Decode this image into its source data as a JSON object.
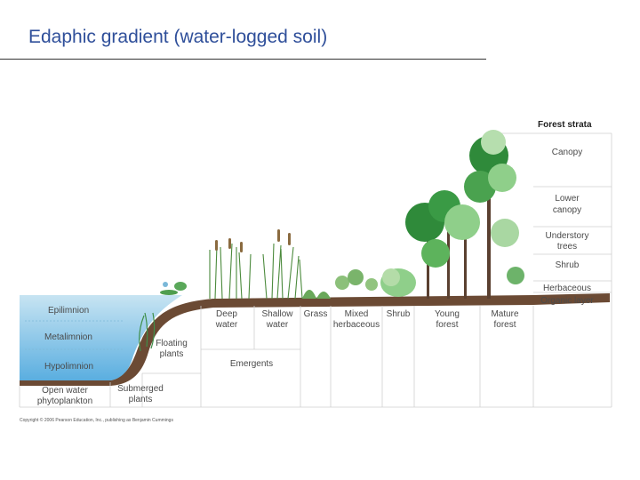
{
  "slide": {
    "title": "Edaphic gradient (water-logged soil)"
  },
  "water_zones": {
    "epilimnion": "Epilimnion",
    "metalimnion": "Metalimnion",
    "hypolimnion": "Hypolimnion"
  },
  "zones": {
    "open_water": [
      "Open water",
      "phytoplankton"
    ],
    "submerged": [
      "Submerged",
      "plants"
    ],
    "floating": [
      "Floating",
      "plants"
    ],
    "deep_water": [
      "Deep",
      "water"
    ],
    "shallow_water": [
      "Shallow",
      "water"
    ],
    "emergents": "Emergents",
    "grass": "Grass",
    "mixed_herbaceous": [
      "Mixed",
      "herbaceous"
    ],
    "shrub": "Shrub",
    "young_forest": [
      "Young",
      "forest"
    ],
    "mature_forest": [
      "Mature",
      "forest"
    ]
  },
  "forest_strata": {
    "heading": "Forest strata",
    "canopy": "Canopy",
    "lower_canopy": [
      "Lower",
      "canopy"
    ],
    "understory": [
      "Understory",
      "trees"
    ],
    "shrub": "Shrub",
    "herbaceous": "Herbaceous",
    "organic": "Organic layer"
  },
  "copyright": "Copyright © 2006 Pearson Education, Inc., publishing as Benjamin Cummings",
  "colors": {
    "title": "#2f4f9a",
    "water_top": "#bfe0f0",
    "water_bottom": "#6cb4df",
    "soil": "#6b4a34",
    "foliage_dark": "#2f8a3a",
    "foliage_light": "#8fcf8a"
  }
}
